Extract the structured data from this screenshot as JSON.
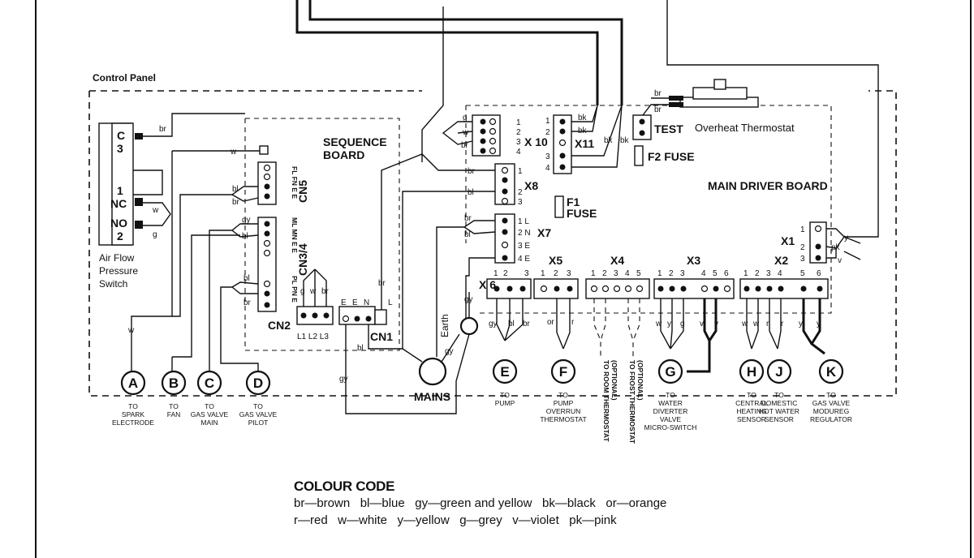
{
  "labels": {
    "control_panel": "Control Panel",
    "sequence_board": [
      "SEQUENCE",
      "BOARD"
    ],
    "main_driver_board": "MAIN DRIVER BOARD",
    "overheat_thermostat": "Overheat Thermostat",
    "test": "TEST",
    "f2_fuse": "F2 FUSE",
    "f1_fuse": [
      "F1",
      "FUSE"
    ],
    "mains": "MAINS",
    "earth": "Earth",
    "air_flow_switch": [
      "Air Flow",
      "Pressure",
      "Switch"
    ]
  },
  "air_flow_switch_pins": [
    "C",
    "3",
    "1",
    "NC",
    "NO",
    "2"
  ],
  "connectors": {
    "cn5": "CN5",
    "cn34": "CN3/4",
    "cn2": "CN2",
    "cn1": "CN1",
    "x1": "X1",
    "x2": "X2",
    "x3": "X3",
    "x4": "X4",
    "x5": "X5",
    "x6": "X 6",
    "x7": "X7",
    "x8": "X8",
    "x10": "X 10",
    "x11": "X11"
  },
  "pin_labels": {
    "cn5": [
      "FL FN E E"
    ],
    "cn34_a": [
      "ML MN E E"
    ],
    "cn34_b": [
      "PL PN E"
    ],
    "cn2": [
      "L1 L2 L3"
    ],
    "cn2_wires": [
      "g",
      "w",
      "br"
    ],
    "cn1": [
      "E",
      "E",
      "N",
      "L"
    ],
    "x10": [
      "1",
      "2",
      "3",
      "4"
    ],
    "x11": [
      "1",
      "2",
      "3",
      "4"
    ],
    "x8": [
      "1",
      "2",
      "3"
    ],
    "x7": [
      "1 L",
      "2 N",
      "3 E",
      "4 E"
    ],
    "x1": [
      "1",
      "2",
      "3"
    ],
    "x6": [
      "1",
      "2",
      "3"
    ],
    "x5": [
      "1",
      "2",
      "3"
    ],
    "x4": [
      "1",
      "2",
      "3",
      "4",
      "5"
    ],
    "x3": [
      "1",
      "2",
      "3",
      "4",
      "5",
      "6"
    ],
    "x2": [
      "1",
      "2",
      "3",
      "4",
      "5",
      "6"
    ]
  },
  "wire_codes": {
    "br": "br",
    "bl": "bl",
    "gy": "gy",
    "bk": "bk",
    "or": "or",
    "r": "r",
    "w": "w",
    "y": "y",
    "g": "g",
    "v": "v",
    "pk": "pk"
  },
  "circles": [
    {
      "letter": "A",
      "dest": [
        "TO",
        "SPARK",
        "ELECTRODE"
      ]
    },
    {
      "letter": "B",
      "dest": [
        "TO",
        "FAN"
      ]
    },
    {
      "letter": "C",
      "dest": [
        "TO",
        "GAS VALVE",
        "MAIN"
      ]
    },
    {
      "letter": "D",
      "dest": [
        "TO",
        "GAS VALVE",
        "PILOT"
      ]
    },
    {
      "letter": "E",
      "dest": [
        "TO",
        "PUMP"
      ]
    },
    {
      "letter": "F",
      "dest": [
        "TO",
        "PUMP",
        "OVERRUN",
        "THERMOSTAT"
      ]
    },
    {
      "letter": "G",
      "dest": [
        "TO",
        "WATER",
        "DIVERTER",
        "VALVE",
        "MICRO-SWITCH"
      ]
    },
    {
      "letter": "H",
      "dest": [
        "TO",
        "CENTRAL",
        "HEATING",
        "SENSOR"
      ]
    },
    {
      "letter": "J",
      "dest": [
        "TO",
        "DOMESTIC",
        "HOT WATER",
        "SENSOR"
      ]
    },
    {
      "letter": "K",
      "dest": [
        "TO",
        "GAS VALVE",
        "MODUREG",
        "REGULATOR"
      ]
    }
  ],
  "vertical_notes": {
    "room_thermostat": [
      "TO ROOM THERMOSTAT",
      "(OPTIONAL)"
    ],
    "frost_thermostat": [
      "TO FROST THERMOSTAT",
      "(OPTIONAL)"
    ]
  },
  "colour_code": {
    "title": "COLOUR CODE",
    "line1": "br—brown   bl—blue   gy—green and yellow   bk—black   or—orange",
    "line2": "r—red   w—white   y—yellow   g—grey   v—violet   pk—pink"
  }
}
